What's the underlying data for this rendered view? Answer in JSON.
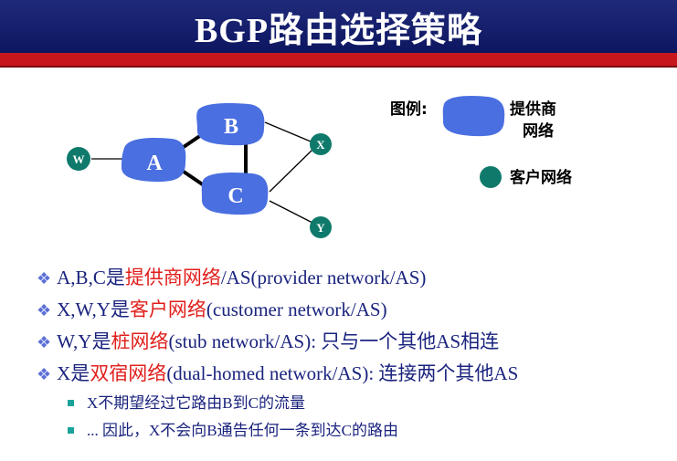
{
  "slide": {
    "title": "BGP路由选择策略"
  },
  "diagram": {
    "nodes": {
      "a": "A",
      "b": "B",
      "c": "C",
      "w": "W",
      "x": "X",
      "y": "Y"
    },
    "legend": {
      "label": "图例:",
      "provider_line1": "提供商",
      "provider_line2": "网络",
      "customer": "客户网络"
    }
  },
  "colors": {
    "provider": "#4a6fe0",
    "customer": "#0f7a6b",
    "accent_red": "#e0201c",
    "text_blue": "#1a237e"
  },
  "bullets": [
    {
      "pre": "A,B,C是",
      "red": "提供商网络",
      "post": "/AS(provider network/AS)"
    },
    {
      "pre": "X,W,Y是",
      "red": "客户网络",
      "post": "(customer network/AS)"
    },
    {
      "pre": "W,Y是",
      "red": "桩网络",
      "post": "(stub network/AS): 只与一个其他AS相连"
    },
    {
      "pre": "X是",
      "red": "双宿网络",
      "post": "(dual-homed network/AS): 连接两个其他AS"
    }
  ],
  "subbullets": [
    {
      "text": "X不期望经过它路由B到C的流量"
    },
    {
      "text": "... 因此，X不会向B通告任何一条到达C的路由"
    }
  ]
}
